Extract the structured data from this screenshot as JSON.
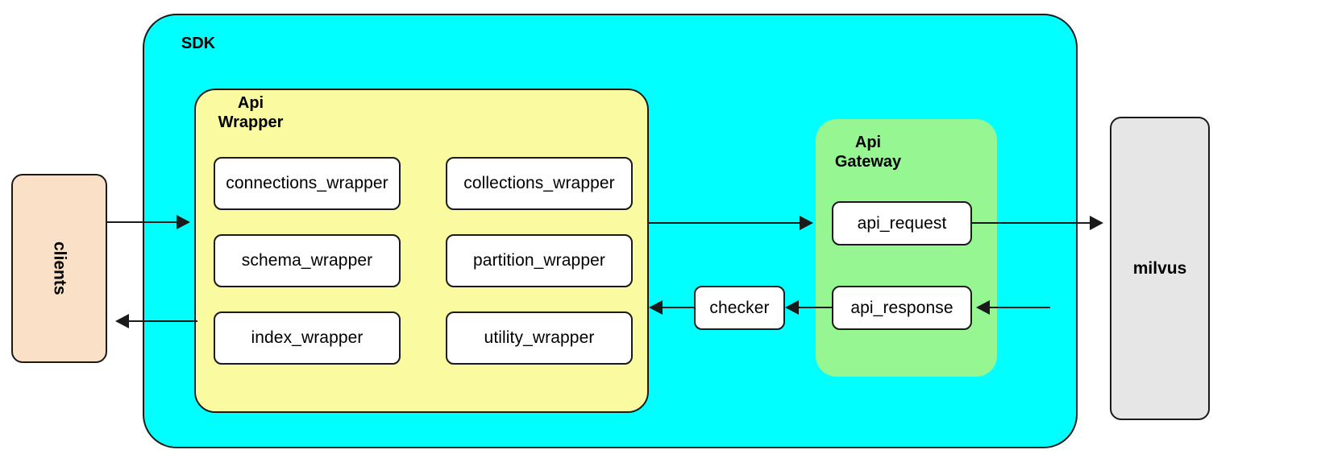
{
  "diagram": {
    "title_hidden": "",
    "containers": {
      "sdk": {
        "label": "SDK",
        "color": "#00FFFF"
      },
      "api_wrapper": {
        "label": "Api\nWrapper",
        "color": "#FAFAA0"
      },
      "api_gateway": {
        "label": "Api\nGateway",
        "color": "#96F792"
      }
    },
    "external": {
      "clients": {
        "label": "clients",
        "color": "#FBE0C8"
      },
      "milvus": {
        "label": "milvus",
        "color": "#E6E6E6"
      }
    },
    "wrapper_modules": [
      {
        "label": "connections_wrapper"
      },
      {
        "label": "collections_wrapper"
      },
      {
        "label": "schema_wrapper"
      },
      {
        "label": "partition_wrapper"
      },
      {
        "label": "index_wrapper"
      },
      {
        "label": "utility_wrapper"
      }
    ],
    "gateway_modules": [
      {
        "label": "api_request"
      },
      {
        "label": "api_response"
      }
    ],
    "checker": {
      "label": "checker"
    },
    "arrows": [
      {
        "name": "clients-to-sdk",
        "direction": "right"
      },
      {
        "name": "sdk-to-clients",
        "direction": "left"
      },
      {
        "name": "wrapper-to-gateway",
        "direction": "right"
      },
      {
        "name": "api-request-to-milvus",
        "direction": "right"
      },
      {
        "name": "milvus-to-api-response",
        "direction": "left"
      },
      {
        "name": "api-response-to-checker",
        "direction": "left"
      },
      {
        "name": "checker-to-wrapper",
        "direction": "left"
      }
    ]
  }
}
